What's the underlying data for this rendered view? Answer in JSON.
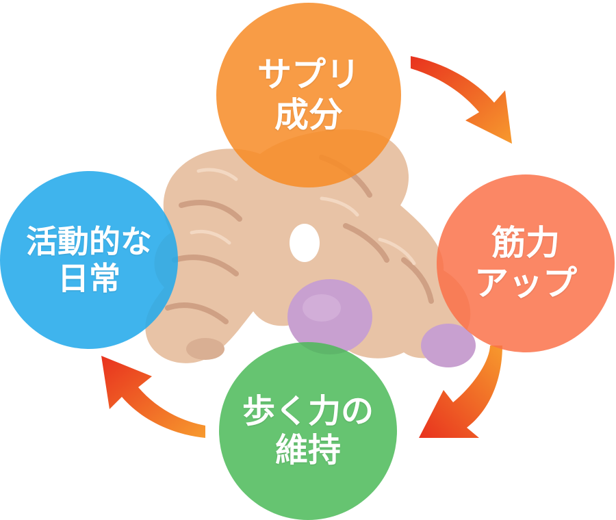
{
  "colors": {
    "top": "#F78C28",
    "right": "#FA7048",
    "bottom": "#4BBA58",
    "left": "#24AAEB",
    "arrow_start": "#E8321E",
    "arrow_end": "#F79A2E",
    "root": "#E8C3A6",
    "bud": "#C8A0D0"
  },
  "illustration": "jerusalem-artichoke",
  "cycle": {
    "top": {
      "line1": "サプリ",
      "line2": "成分"
    },
    "right": {
      "line1": "筋力",
      "line2": "アップ"
    },
    "bottom": {
      "line1": "歩く力の",
      "line2": "維持"
    },
    "left": {
      "line1": "活動的な",
      "line2": "日常"
    }
  }
}
